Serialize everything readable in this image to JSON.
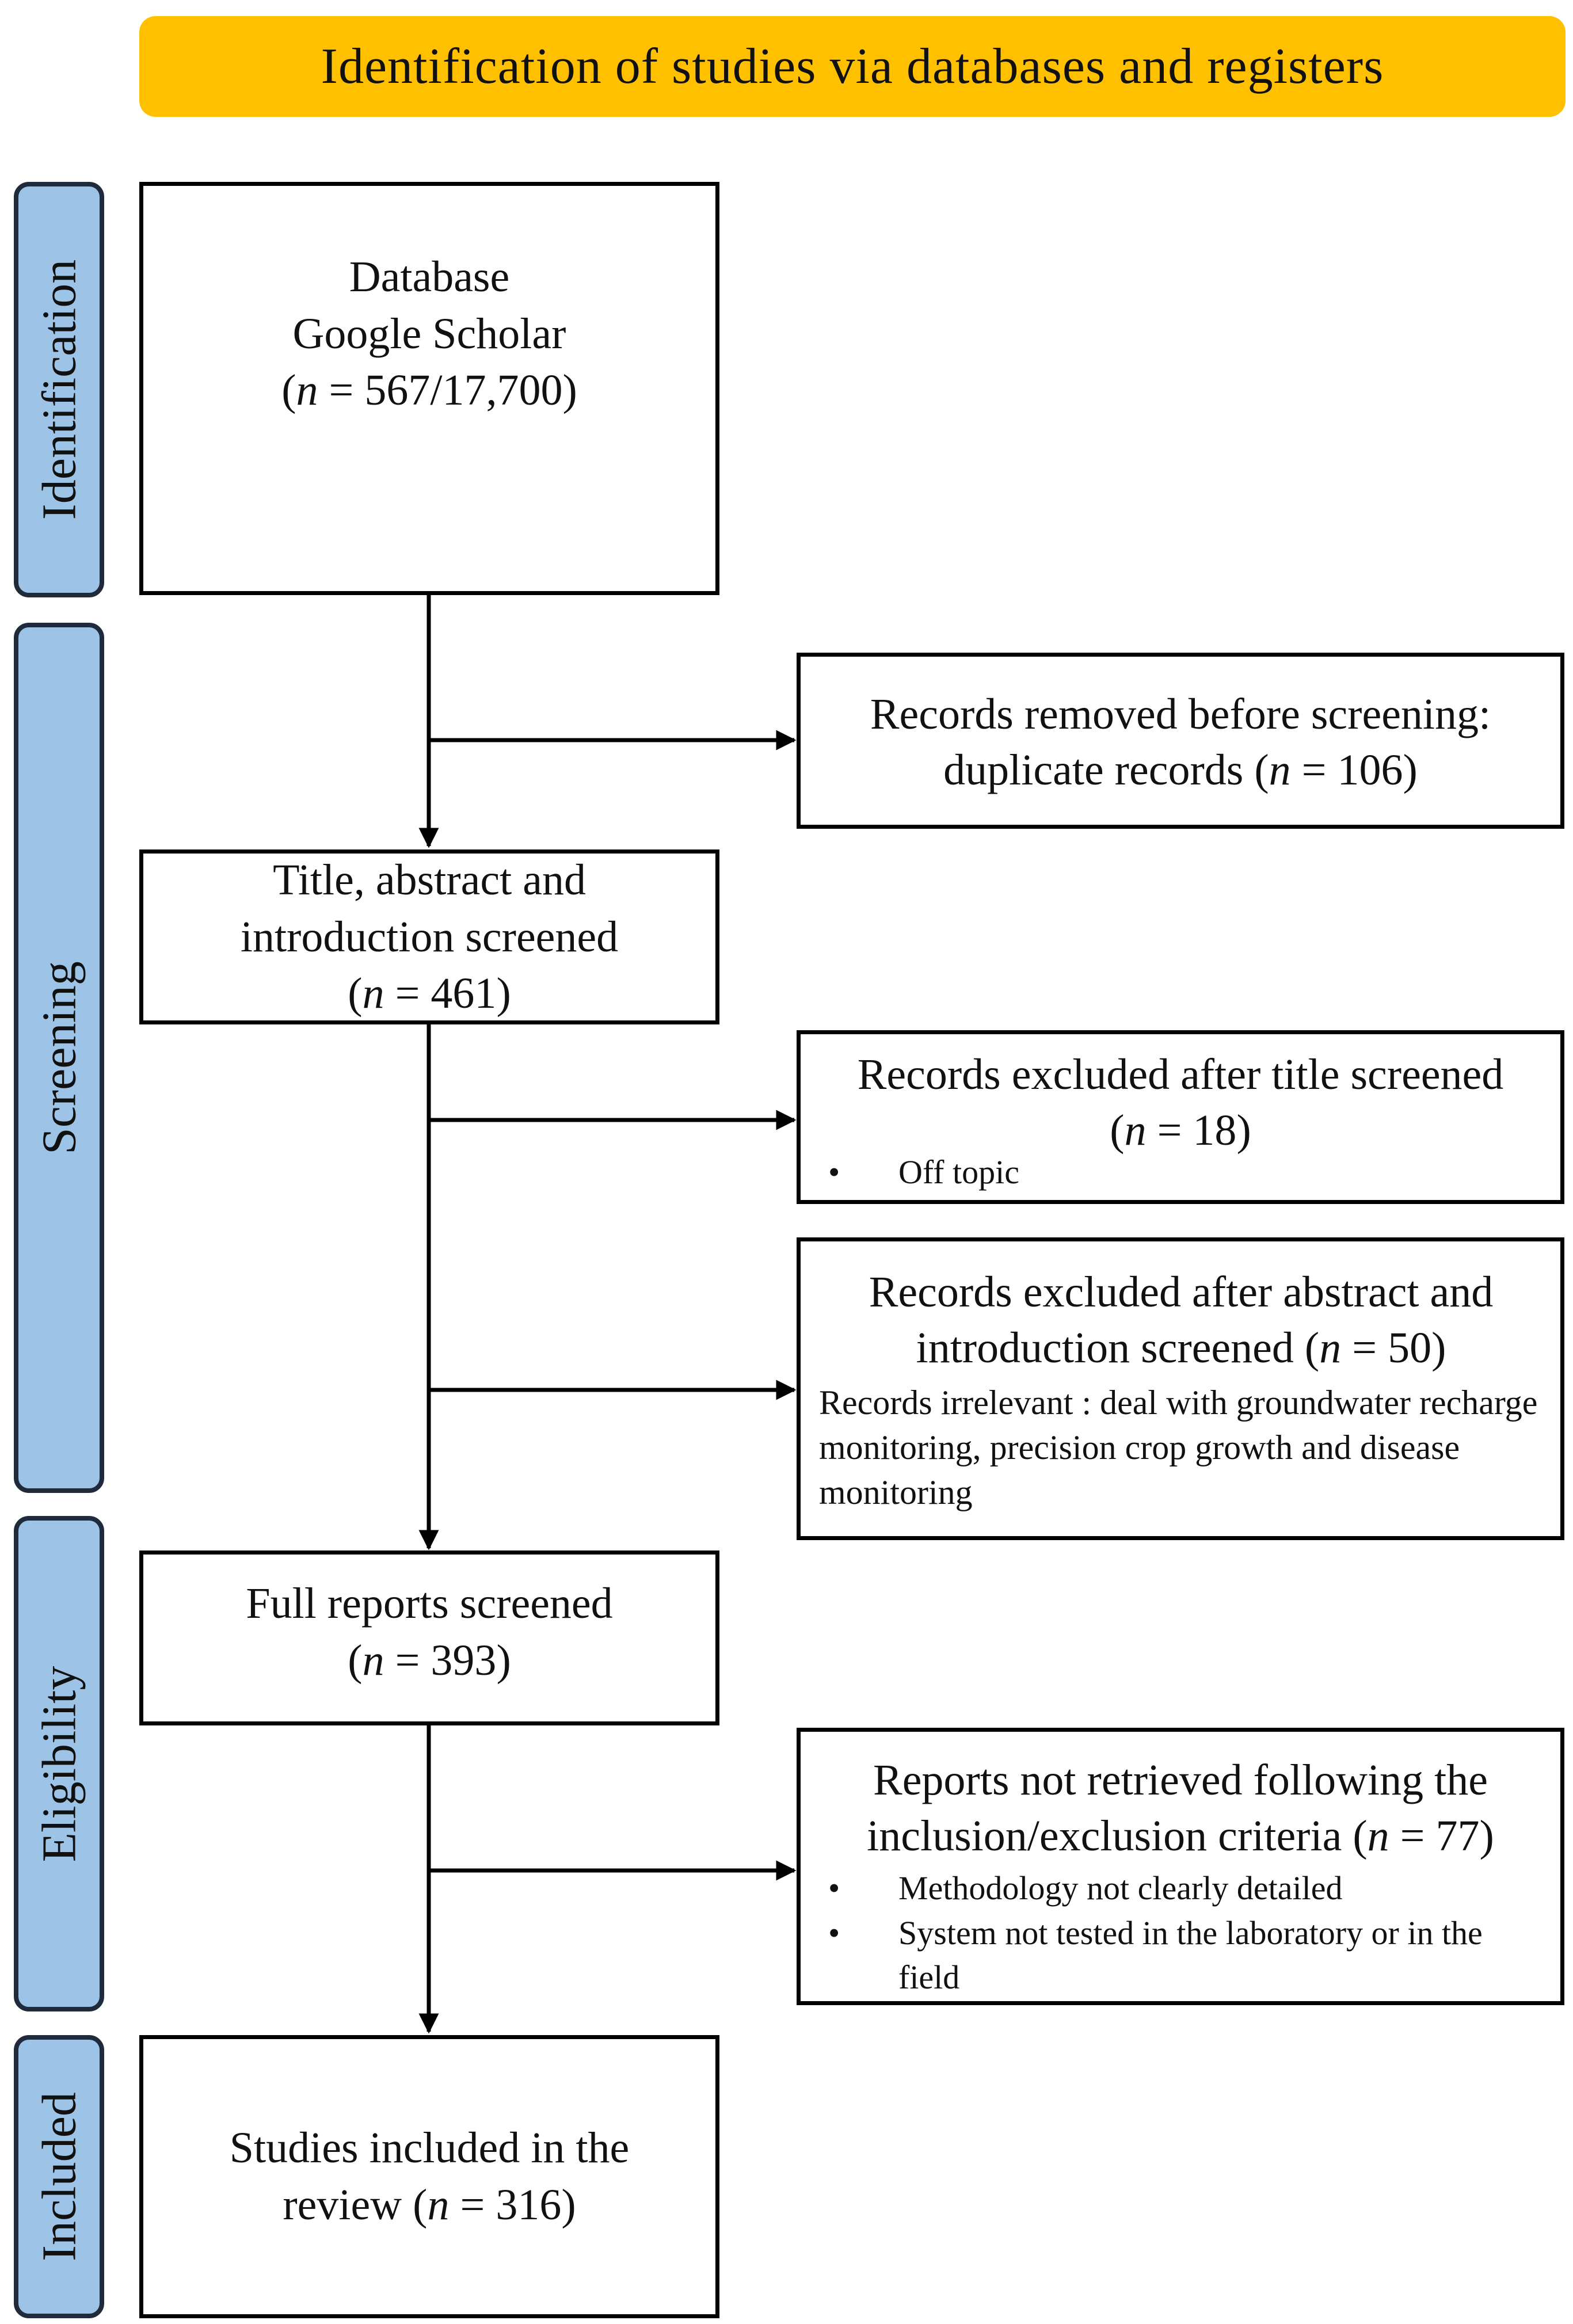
{
  "header": {
    "title": "Identification of studies via databases and registers"
  },
  "stages": [
    {
      "id": "identification",
      "label": "Identification"
    },
    {
      "id": "screening",
      "label": "Screening"
    },
    {
      "id": "eligibility",
      "label": "Eligibility"
    },
    {
      "id": "included",
      "label": "Included"
    }
  ],
  "main_boxes": {
    "database": {
      "line1": "Database",
      "line2": "Google Scholar",
      "n_label": "n",
      "n_value": "= 567/17,700"
    },
    "screened": {
      "line1": "Title, abstract and",
      "line2": "introduction screened",
      "n_label": "n",
      "n_value": "= 461"
    },
    "full_reports": {
      "line1": "Full reports screened",
      "n_label": "n",
      "n_value": "= 393"
    },
    "included": {
      "line1": "Studies included in the",
      "line2_prefix": "review",
      "n_label": "n",
      "n_value": "= 316"
    }
  },
  "side_boxes": {
    "removed": {
      "line1": "Records removed before screening:",
      "line2_prefix": "duplicate records",
      "n_label": "n",
      "n_value": "= 106"
    },
    "excluded_title": {
      "line1": "Records excluded after title screened",
      "n_label": "n",
      "n_value": "= 18",
      "bullets": [
        "Off topic"
      ]
    },
    "excluded_abstract": {
      "line1": "Records excluded after abstract and",
      "line2_prefix": "introduction screened",
      "n_label": "n",
      "n_value": "= 50",
      "note": "Records irrelevant : deal with groundwater recharge monitoring, precision crop growth and disease monitoring"
    },
    "not_retrieved": {
      "line1": "Reports not retrieved following the",
      "line2_prefix": "inclusion/exclusion criteria",
      "n_label": "n",
      "n_value": "= 77",
      "bullets": [
        "Methodology not clearly detailed",
        "System not tested in the laboratory or in the field"
      ]
    }
  },
  "bullet_symbol": "•",
  "colors": {
    "header": "#FFC000",
    "stage": "#9DC3E6",
    "stage_border": "#1f2b3a",
    "line": "#000000"
  }
}
